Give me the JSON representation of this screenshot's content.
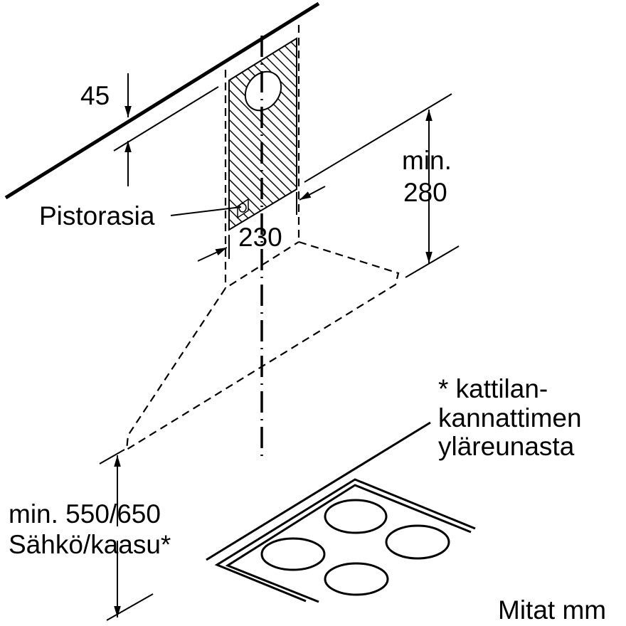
{
  "labels": {
    "wall_offset": "45",
    "socket": "Pistorasia",
    "width": "230",
    "min_height_line1": "min.",
    "min_height_line2": "280",
    "clearance_line1": "min. 550/650",
    "clearance_line2": "Sähkö/kaasu*",
    "note_line1": "* kattilan-",
    "note_line2": "kannattimen",
    "note_line3": "yläreunasta",
    "units": "Mitat mm"
  }
}
